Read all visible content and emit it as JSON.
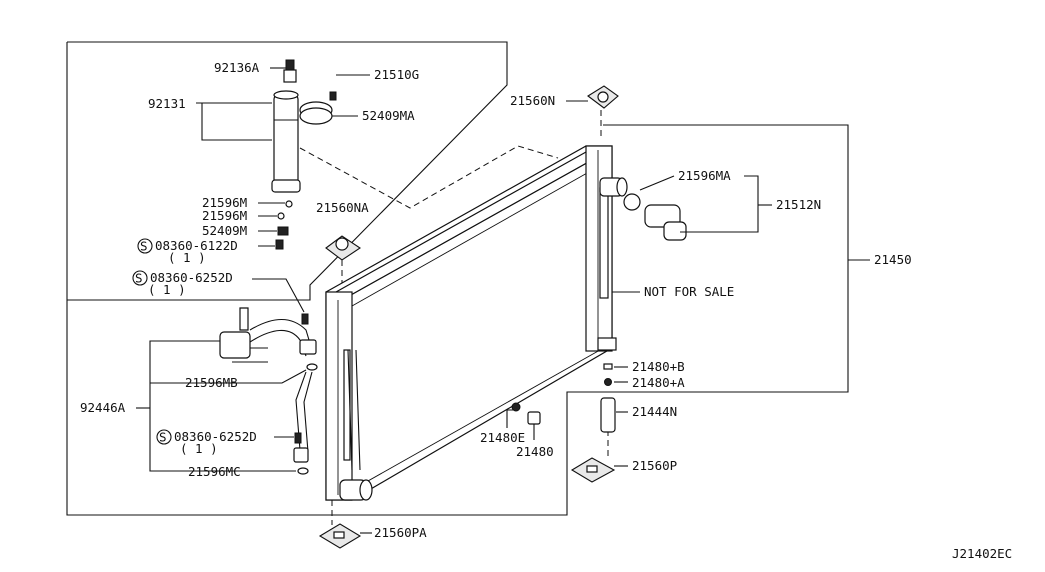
{
  "diagram": {
    "code": "J21402EC",
    "note": "NOT FOR SALE",
    "parts": {
      "p92136A": "92136A",
      "p21510G": "21510G",
      "p92131": "92131",
      "p52409MA": "52409MA",
      "p21560N": "21560N",
      "p21596MA": "21596MA",
      "p21512N": "21512N",
      "p21560NA": "21560NA",
      "p21596M_1": "21596M",
      "p21596M_2": "21596M",
      "p52409M": "52409M",
      "p08360_6122D": "08360-6122D",
      "p08360_6122D_qty": "( 1 )",
      "p08360_6252D_a": "08360-6252D",
      "p08360_6252D_a_qty": "( 1 )",
      "p21450": "21450",
      "p21480B": "21480+B",
      "p21480A": "21480+A",
      "p21444N": "21444N",
      "p21596MB": "21596MB",
      "p92446A": "92446A",
      "p08360_6252D_b": "08360-6252D",
      "p08360_6252D_b_qty": "( 1 )",
      "p21480E": "21480E",
      "p21480": "21480",
      "p21596MC": "21596MC",
      "p21560P": "21560P",
      "p21560PA": "21560PA"
    }
  }
}
